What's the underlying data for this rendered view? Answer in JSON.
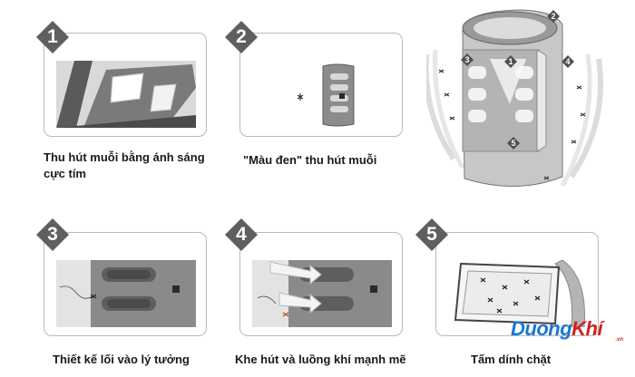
{
  "steps": [
    {
      "number": "1",
      "caption_line1": "Thu hút muỗi bằng ánh sáng",
      "caption_line2": "cực tím"
    },
    {
      "number": "2",
      "caption_line1": "\"Màu đen\" thu hút muỗi",
      "caption_line2": ""
    },
    {
      "number": "3",
      "caption_line1": "Thiết kế lối vào lý tưởng",
      "caption_line2": ""
    },
    {
      "number": "4",
      "caption_line1": "Khe hút và luồng khí mạnh mẽ",
      "caption_line2": ""
    },
    {
      "number": "5",
      "caption_line1": "Tấm dính chặt",
      "caption_line2": ""
    }
  ],
  "hero_markers": [
    "1",
    "2",
    "3",
    "4",
    "5"
  ],
  "logo": {
    "main": "Duong",
    "accent": "Khí",
    "sub": ".vn"
  },
  "colors": {
    "badge": "#5f5f5f",
    "panel_border": "#b9b9b9",
    "logo_blue": "#1976d2",
    "logo_red": "#d32020"
  }
}
